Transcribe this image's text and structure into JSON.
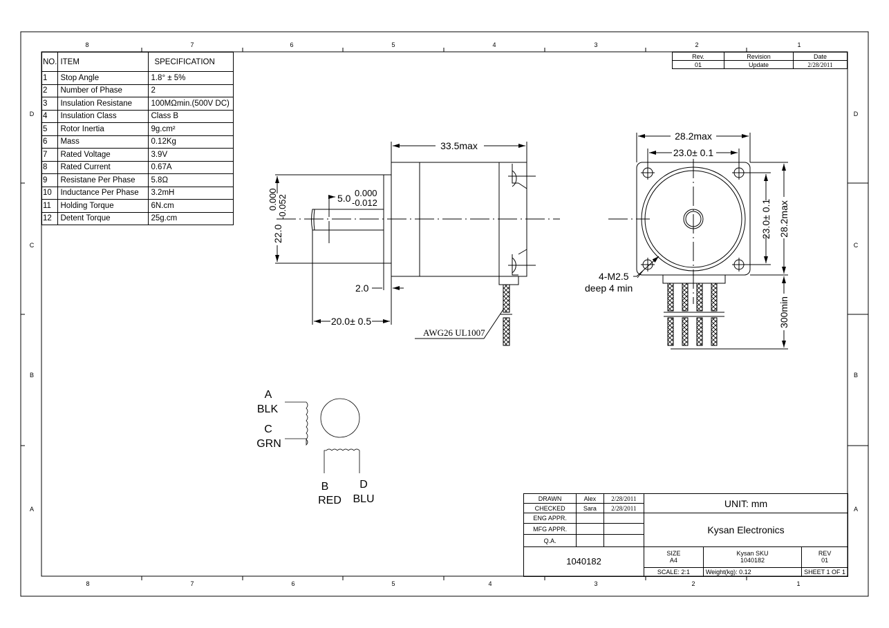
{
  "zones": {
    "top": [
      "8",
      "7",
      "6",
      "5",
      "4",
      "3",
      "2",
      "1"
    ],
    "side": [
      "D",
      "C",
      "B",
      "A"
    ]
  },
  "spec_table": {
    "headers": [
      "NO.",
      "ITEM",
      "SPECIFICATION"
    ],
    "rows": [
      [
        "1",
        "Stop Angle",
        "1.8° ± 5%"
      ],
      [
        "2",
        "Number of Phase",
        "2"
      ],
      [
        "3",
        "Insulation Resistane",
        "100MΩmin.(500V DC)"
      ],
      [
        "4",
        "Insulation Class",
        "Class B"
      ],
      [
        "5",
        "Rotor Inertia",
        "9g.cm²"
      ],
      [
        "6",
        "Mass",
        "0.12Kg"
      ],
      [
        "7",
        "Rated Voltage",
        "3.9V"
      ],
      [
        "8",
        "Rated Current",
        "0.67A"
      ],
      [
        "9",
        "Resistane Per Phase",
        "5.8Ω"
      ],
      [
        "10",
        "Inductance Per Phase",
        "3.2mH"
      ],
      [
        "11",
        "Holding Torque",
        "6N.cm"
      ],
      [
        "12",
        "Detent Torque",
        "25g.cm"
      ]
    ]
  },
  "revision": {
    "headers": [
      "Rev.",
      "Revision",
      "Date"
    ],
    "row": [
      "01",
      "Update",
      "2/28/2011"
    ]
  },
  "side_view": {
    "length": "33.5max",
    "flange_dia": "22.0",
    "flange_tol_upper": "0.000",
    "flange_tol_lower": "-0.052",
    "shaft_dia": "5.0",
    "shaft_tol_upper": "0.000",
    "shaft_tol_lower": "-0.012",
    "flange_thickness": "2.0",
    "shaft_length": "20.0± 0.5",
    "wire_label": "AWG26 UL1007"
  },
  "front_view": {
    "width": "28.2max",
    "hole_spacing": "23.0± 0.1",
    "v_hole_spacing": "23.0± 0.1",
    "height": "28.2max",
    "lead_length": "300min",
    "hole_note_1": "4-M2.5",
    "hole_note_2": "deep 4 min"
  },
  "schematic": {
    "a": "A",
    "a_color": "BLK",
    "c": "C",
    "c_color": "GRN",
    "b": "B",
    "b_color": "RED",
    "d": "D",
    "d_color": "BLU"
  },
  "title_block": {
    "rows": [
      [
        "DRAWN",
        "Alex",
        "2/28/2011"
      ],
      [
        "CHECKED",
        "Sara",
        "2/28/2011"
      ],
      [
        "ENG APPR.",
        "",
        ""
      ],
      [
        "MFG APPR.",
        "",
        ""
      ],
      [
        "Q.A.",
        "",
        ""
      ]
    ],
    "unit": "UNIT:  mm",
    "company": "Kysan Electronics",
    "drawing_number": "1040182",
    "size_label": "SIZE",
    "size": "A4",
    "sku_label": "Kysan SKU",
    "sku": "1040182",
    "rev_label": "REV",
    "rev": "01",
    "scale": "SCALE: 2:1",
    "weight": "Weight(kg): 0.12",
    "sheet": "SHEET 1 OF 1"
  }
}
